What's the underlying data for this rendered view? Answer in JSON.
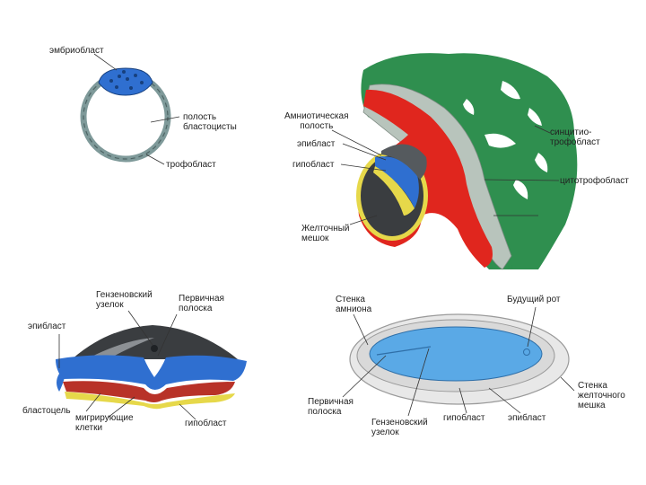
{
  "labels": {
    "embryoblast": "эмбриобласт",
    "blastocyst_cavity": "полость\nбластоцисты",
    "trophoblast": "трофобласт",
    "amniotic_cavity": "Амниотическая\nполость",
    "epiblast_top": "эпибласт",
    "hypoblast_top": "гипобласт",
    "syncytiotrophoblast": "синцитио-\nтрофобласт",
    "cytotrophoblast": "цитотрофобласт",
    "yolk_sac": "Желточный\nмешок",
    "hensen_node_left": "Гензеновский\nузелок",
    "primitive_streak_left": "Первичная\nполоска",
    "epiblast_left": "эпибласт",
    "blastocoel": "бластоцель",
    "migrating_cells": "мигрирующие\nклетки",
    "hypoblast_left": "гипобласт",
    "amnion_wall": "Стенка\nамниона",
    "future_mouth": "Будущий рот",
    "primitive_streak_right": "Первичная\nполоска",
    "hensen_node_right": "Гензеновский\nузелок",
    "hypoblast_right": "гипобласт",
    "epiblast_right": "эпибласт",
    "yolk_sac_wall": "Стенка\nжелточного\nмешка"
  },
  "colors": {
    "embryoblast_blue": "#2f6fd0",
    "trophoblast_gray": "#7f9a9a",
    "syncytio_green": "#2f8f4f",
    "red_tissue": "#e0261e",
    "cyto_gray": "#b8c4bc",
    "disc_blue": "#5aa9e6",
    "rim_gray": "#d9d9d9",
    "yolk_yellow": "#e6d84a",
    "mesoderm_red": "#b83228",
    "dark_cavity": "#3a3d40"
  }
}
